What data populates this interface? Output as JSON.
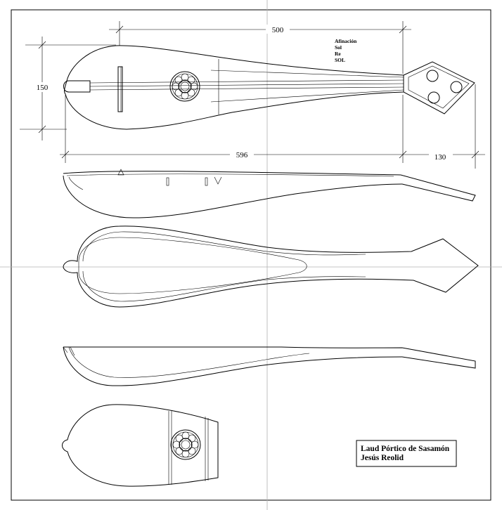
{
  "dimensions": {
    "string_length": "500",
    "body_width": "150",
    "total_length": "596",
    "head_length": "130"
  },
  "tuning": {
    "heading": "Afinación",
    "notes": [
      "Sol",
      "Re",
      "SOL"
    ]
  },
  "title_block": {
    "line1": "Laud  Pórtico de Sasamón",
    "line2": "Jesús Reolid"
  }
}
